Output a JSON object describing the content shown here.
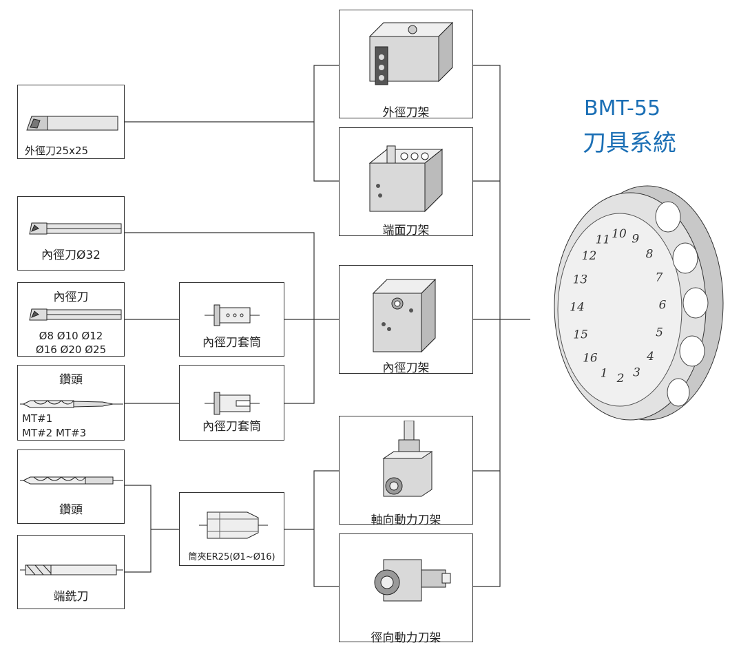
{
  "title": {
    "model": "BMT-55",
    "subtitle": "刀具系統"
  },
  "tools": {
    "od_tool": "外徑刀25x25",
    "id_tool_32": "內徑刀Ø32",
    "id_tool_small": {
      "name": "內徑刀",
      "sizes_1": "Ø8 Ø10 Ø12",
      "sizes_2": "Ø16 Ø20 Ø25"
    },
    "drill_mt": {
      "name": "鑽頭",
      "mt_1": "MT#1",
      "mt_2": "MT#2 MT#3"
    },
    "drill": "鑽頭",
    "end_mill": "端銑刀"
  },
  "adapters": {
    "sleeve_1": "內徑刀套筒",
    "sleeve_2": "內徑刀套筒",
    "collet": "筒夾ER25(Ø1~Ø16)"
  },
  "holders": {
    "od_holder": "外徑刀架",
    "face_holder": "端面刀架",
    "id_holder": "內徑刀架",
    "axial_live": "軸向動力刀架",
    "radial_live": "徑向動力刀架"
  },
  "turret": {
    "numbers": [
      "1",
      "2",
      "3",
      "4",
      "5",
      "6",
      "7",
      "8",
      "9",
      "10",
      "11",
      "12",
      "13",
      "14",
      "15",
      "16"
    ]
  }
}
